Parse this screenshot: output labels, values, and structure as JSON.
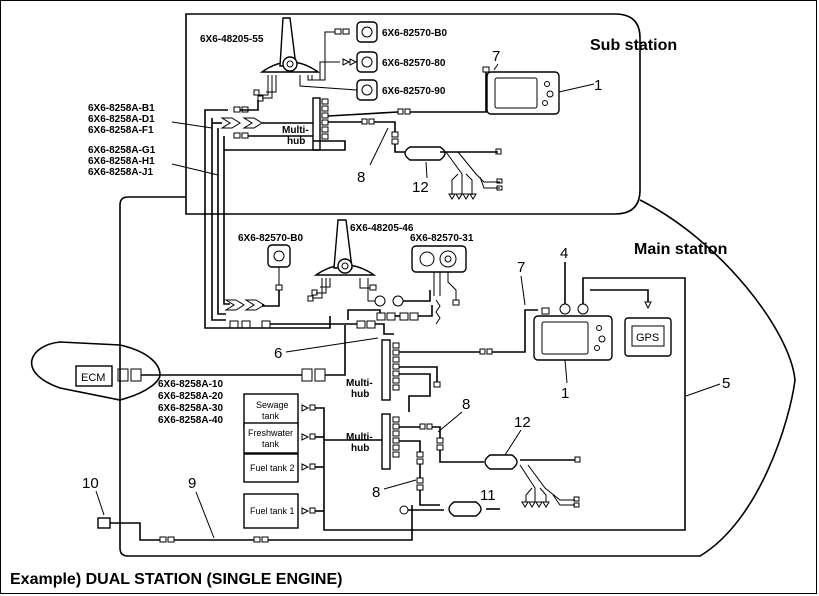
{
  "titles": {
    "sub_station": "Sub station",
    "main_station": "Main station",
    "caption": "Example) DUAL STATION (SINGLE ENGINE)"
  },
  "part_numbers": {
    "remote_sub": "6X6-48205-55",
    "sw_b0_sub": "6X6-82570-B0",
    "sw_80": "6X6-82570-80",
    "sw_90": "6X6-82570-90",
    "cable_b1": "6X6-8258A-B1",
    "cable_d1": "6X6-8258A-D1",
    "cable_f1": "6X6-8258A-F1",
    "cable_g1": "6X6-8258A-G1",
    "cable_h1": "6X6-8258A-H1",
    "cable_j1": "6X6-8258A-J1",
    "sw_b0_main": "6X6-82570-B0",
    "remote_main": "6X6-48205-46",
    "sw_31": "6X6-82570-31",
    "cable_10": "6X6-8258A-10",
    "cable_20": "6X6-8258A-20",
    "cable_30": "6X6-8258A-30",
    "cable_40": "6X6-8258A-40"
  },
  "labels": {
    "multihub_line1": "Multi-",
    "multihub_line2": "hub",
    "ecm": "ECM",
    "gps": "GPS",
    "sewage_1": "Sewage",
    "sewage_2": "tank",
    "fresh_1": "Freshwater",
    "fresh_2": "tank",
    "fuel2": "Fuel tank 2",
    "fuel1": "Fuel tank 1"
  },
  "callouts": {
    "n1": "1",
    "n4": "4",
    "n5": "5",
    "n6": "6",
    "n7": "7",
    "n8": "8",
    "n9": "9",
    "n10": "10",
    "n11": "11",
    "n12": "12"
  }
}
